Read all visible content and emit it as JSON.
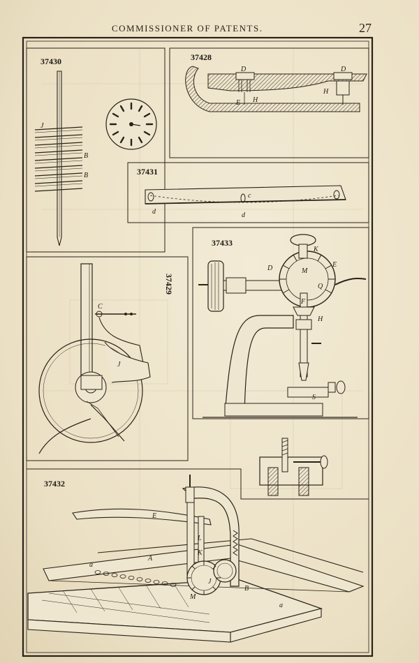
{
  "header": {
    "running_title": "COMMISSIONER OF PATENTS.",
    "page_number": "27"
  },
  "figures": [
    {
      "number": "37430",
      "letters": [
        "J",
        "B",
        "B"
      ]
    },
    {
      "number": "37428",
      "letters": [
        "D",
        "D",
        "E",
        "H",
        "H"
      ]
    },
    {
      "number": "37431",
      "letters": [
        "c",
        "d",
        "d"
      ]
    },
    {
      "number": "37433",
      "letters": [
        "K",
        "D",
        "E",
        "M",
        "Q",
        "F",
        "H",
        "S"
      ]
    },
    {
      "number": "37429",
      "letters": [
        "C",
        "J"
      ]
    },
    {
      "number": "37432",
      "letters": [
        "E",
        "L",
        "K",
        "A",
        "a",
        "a",
        "J",
        "M",
        "B"
      ]
    }
  ]
}
